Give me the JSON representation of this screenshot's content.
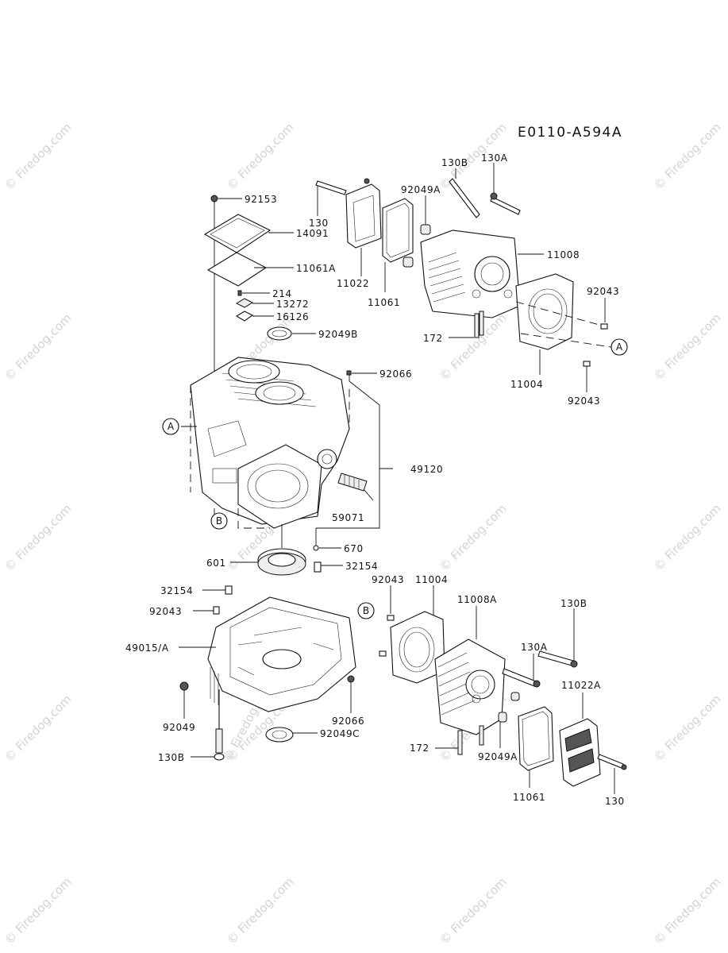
{
  "diagram_code": "E0110-A594A",
  "watermark": "© Firedog.com",
  "callouts": {
    "a": "A",
    "b": "B"
  },
  "labels": {
    "p92153": "92153",
    "p14091": "14091",
    "p11061A": "11061A",
    "p214": "214",
    "p13272": "13272",
    "p16126": "16126",
    "p92049B": "92049B",
    "p92066_top": "92066",
    "p49120": "49120",
    "p59071": "59071",
    "p670": "670",
    "p601": "601",
    "p32154_r": "32154",
    "p32154_l": "32154",
    "p92043_l": "92043",
    "p49015A": "49015/A",
    "p92049": "92049",
    "p130B_l": "130B",
    "p92066_bot": "92066",
    "p92049C": "92049C",
    "p130_top": "130",
    "p11022": "11022",
    "p11061_top": "11061",
    "p92049A_top": "92049A",
    "p130B_top": "130B",
    "p130A_top": "130A",
    "p11008": "11008",
    "p92043_a": "92043",
    "p172_top": "172",
    "p11004_top": "11004",
    "p92043_b": "92043",
    "p92043_c": "92043",
    "p11004_bot": "11004",
    "p11008A": "11008A",
    "p130B_r": "130B",
    "p130A_r": "130A",
    "p11022A": "11022A",
    "p172_bot": "172",
    "p92049A_bot": "92049A",
    "p11061_bot": "11061",
    "p130_bot": "130"
  }
}
